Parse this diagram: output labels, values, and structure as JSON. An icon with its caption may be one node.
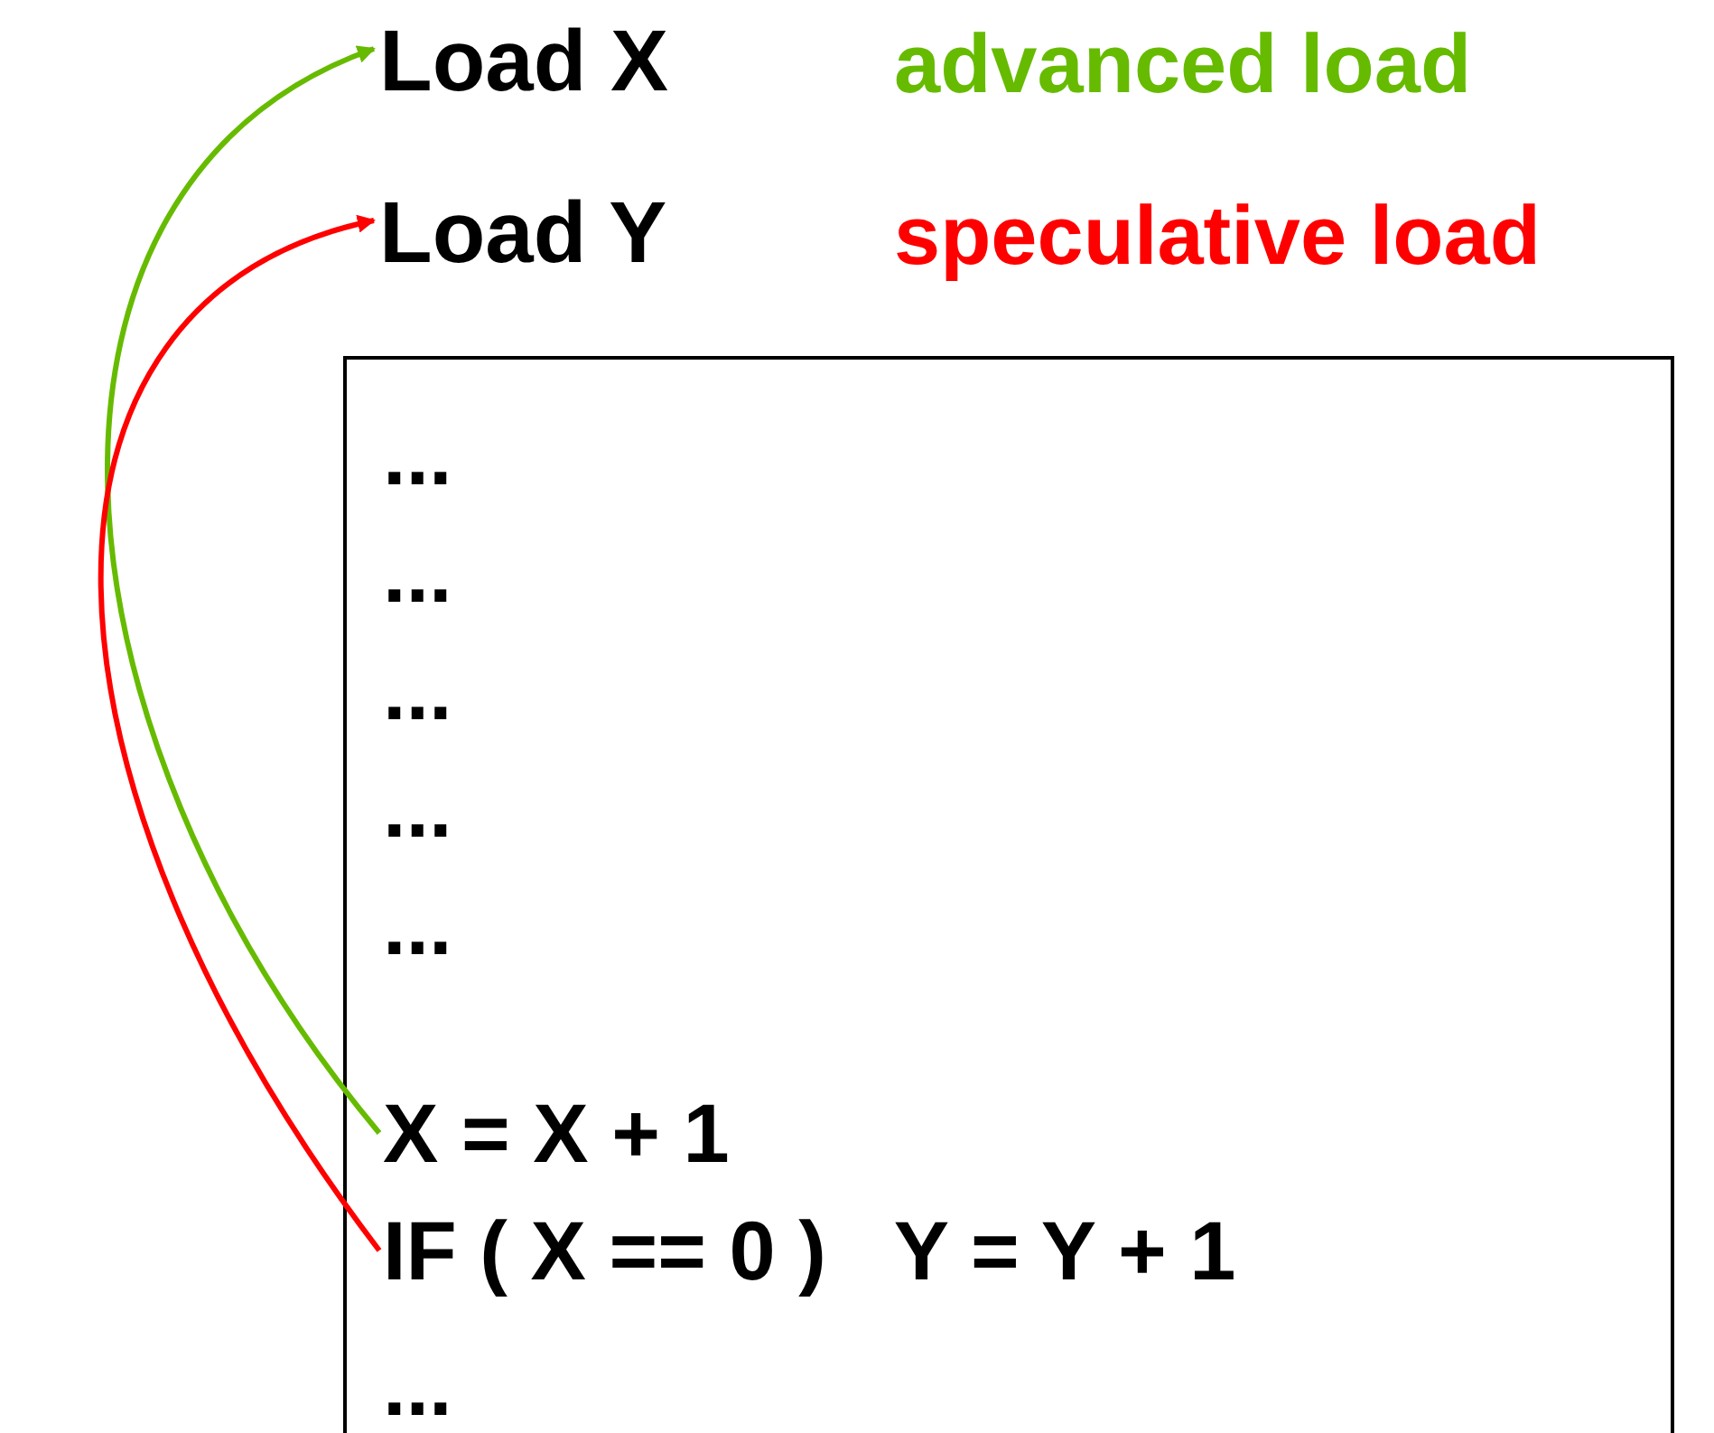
{
  "diagram": {
    "nodes": [
      {
        "text": [
          "Load X"
        ],
        "beside": [
          "advanced load"
        ]
      },
      {
        "text": [
          "Load Y"
        ],
        "beside": [
          "speculative load"
        ]
      },
      {
        "text": [
          "...",
          "...",
          "...",
          "...",
          "...",
          "..."
        ]
      },
      {
        "text": [
          "X = X + 1"
        ],
        "in": 2
      },
      {
        "text": [
          "IF ( X == 0 )   Y = Y + 1"
        ],
        "in": 2
      }
    ],
    "edges": [
      {
        "from": 3,
        "to": 0,
        "arrow": "to",
        "color": "#66bb00"
      },
      {
        "from": 4,
        "to": 1,
        "arrow": "to",
        "color": "#ff0000"
      }
    ]
  }
}
